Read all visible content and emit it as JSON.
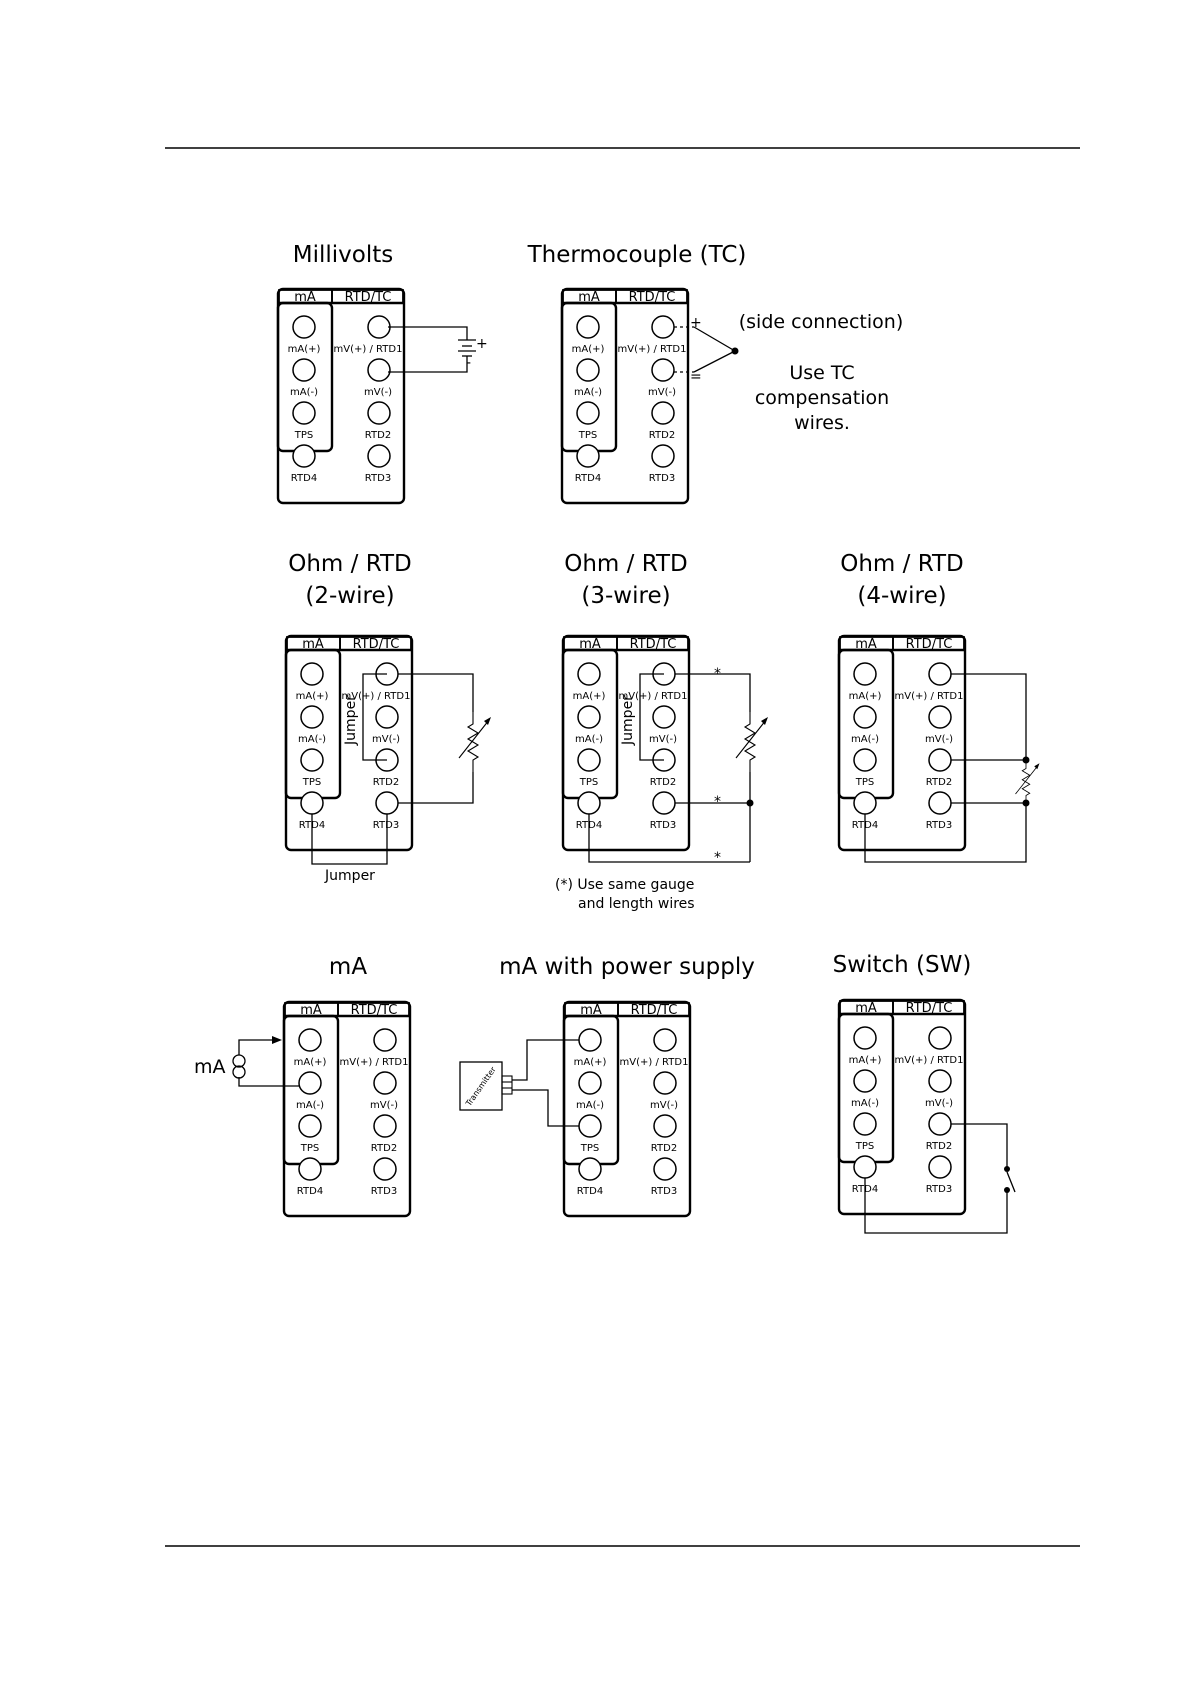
{
  "terminal_labels": {
    "header_ma": "mA",
    "header_rtdtc": "RTD/TC",
    "ma_plus": "mA(+)",
    "ma_minus": "mA(-)",
    "tps": "TPS",
    "rtd4": "RTD4",
    "mv_plus_rtd1": "mV(+) / RTD1",
    "mv_minus": "mV(-)",
    "rtd2": "RTD2",
    "rtd3": "RTD3"
  },
  "diagrams": {
    "millivolts": {
      "title": "Millivolts",
      "plus_sign": "+",
      "minus_sign": "-"
    },
    "thermocouple": {
      "title": "Thermocouple (TC)",
      "plus_sign": "+",
      "minus_sign": "=",
      "side_note": "(side connection)",
      "wire_note": [
        "Use TC",
        "compensation",
        "wires."
      ]
    },
    "ohm_2wire": {
      "title_lines": [
        "Ohm / RTD",
        "(2-wire)"
      ],
      "jumper_vertical": "Jumper",
      "jumper_bottom": "Jumper"
    },
    "ohm_3wire": {
      "title_lines": [
        "Ohm / RTD",
        "(3-wire)"
      ],
      "jumper_vertical": "Jumper",
      "star": "*",
      "footnote": [
        "(*) Use same gauge",
        "and length wires"
      ]
    },
    "ohm_4wire": {
      "title_lines": [
        "Ohm / RTD",
        "(4-wire)"
      ]
    },
    "ma": {
      "title": "mA",
      "source_label": "mA"
    },
    "ma_power_supply": {
      "title": "mA with power supply",
      "transmitter_label": "Transmitter"
    },
    "switch": {
      "title": "Switch (SW)"
    }
  }
}
